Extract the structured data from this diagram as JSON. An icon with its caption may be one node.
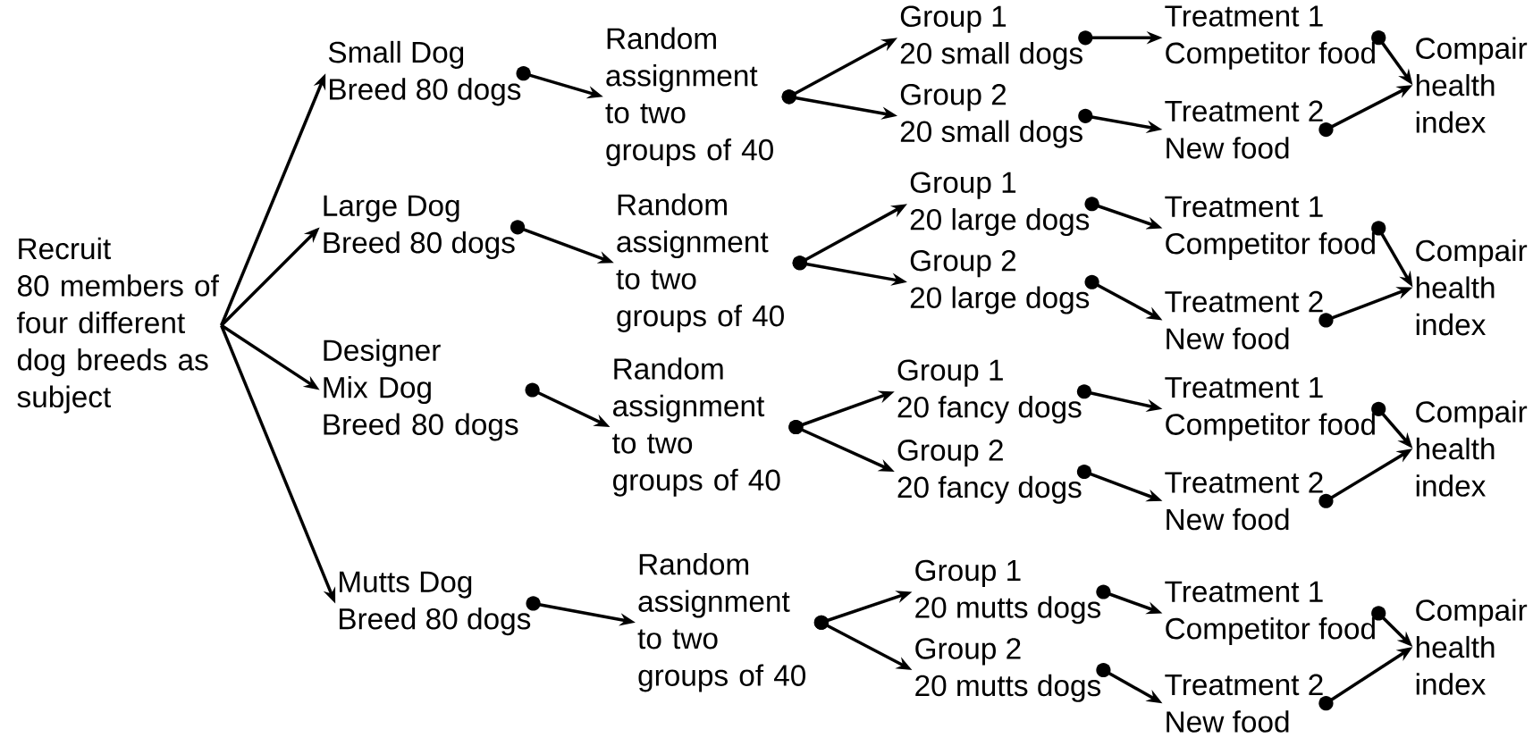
{
  "diagram": {
    "nodes": [
      {
        "text": [
          "Recruit",
          "80 members of four different dog breeds as subject"
        ]
      },
      {
        "text": [
          "Small Dog",
          "Breed 80 dogs"
        ]
      },
      {
        "text": [
          "Random assignment to two groups of 40"
        ]
      },
      {
        "text": [
          "Group 1",
          "20 small dogs"
        ]
      },
      {
        "text": [
          "Group 2",
          "20 small dogs"
        ]
      },
      {
        "text": [
          "Treatment 1",
          "Competitor food"
        ]
      },
      {
        "text": [
          "Treatment 2",
          "New food"
        ]
      },
      {
        "text": [
          "Compair health index"
        ]
      },
      {
        "text": [
          "Large Dog",
          "Breed 80 dogs"
        ]
      },
      {
        "text": [
          "Random assignment to two groups of 40"
        ]
      },
      {
        "text": [
          "Group 1",
          "20 large dogs"
        ]
      },
      {
        "text": [
          "Group 2",
          "20 large dogs"
        ]
      },
      {
        "text": [
          "Treatment 1",
          "Competitor food"
        ]
      },
      {
        "text": [
          "Treatment 2",
          "New food"
        ]
      },
      {
        "text": [
          "Compair health index"
        ]
      },
      {
        "text": [
          "Designer Mix Dog",
          "Breed 80 dogs"
        ]
      },
      {
        "text": [
          "Random assignment to two groups of 40"
        ]
      },
      {
        "text": [
          "Group 1",
          "20 fancy dogs"
        ]
      },
      {
        "text": [
          "Group 2",
          "20 fancy dogs"
        ]
      },
      {
        "text": [
          "Treatment 1",
          "Competitor food"
        ]
      },
      {
        "text": [
          "Treatment 2",
          "New food"
        ]
      },
      {
        "text": [
          "Compair health index"
        ]
      },
      {
        "text": [
          "Mutts Dog",
          "Breed 80 dogs"
        ]
      },
      {
        "text": [
          "Random assignment to two groups of 40"
        ]
      },
      {
        "text": [
          "Group 1",
          "20 mutts dogs"
        ]
      },
      {
        "text": [
          "Group 2",
          "20 mutts dogs"
        ]
      },
      {
        "text": [
          "Treatment 1",
          "Competitor food"
        ]
      },
      {
        "text": [
          "Treatment 2",
          "New food"
        ]
      },
      {
        "text": [
          "Compair health index"
        ]
      }
    ],
    "edges": [
      {
        "from": 0,
        "to": 1,
        "arrow": "to"
      },
      {
        "from": 0,
        "to": 8,
        "arrow": "to"
      },
      {
        "from": 0,
        "to": 15,
        "arrow": "to"
      },
      {
        "from": 0,
        "to": 22,
        "arrow": "to"
      },
      {
        "from": 1,
        "to": 2,
        "arrow": "to"
      },
      {
        "from": 2,
        "to": 3,
        "arrow": "to"
      },
      {
        "from": 2,
        "to": 4,
        "arrow": "to"
      },
      {
        "from": 3,
        "to": 5,
        "arrow": "to"
      },
      {
        "from": 4,
        "to": 6,
        "arrow": "to"
      },
      {
        "from": 5,
        "to": 7,
        "arrow": "to"
      },
      {
        "from": 6,
        "to": 7,
        "arrow": "to"
      },
      {
        "from": 8,
        "to": 9,
        "arrow": "to"
      },
      {
        "from": 9,
        "to": 10,
        "arrow": "to"
      },
      {
        "from": 9,
        "to": 11,
        "arrow": "to"
      },
      {
        "from": 10,
        "to": 12,
        "arrow": "to"
      },
      {
        "from": 11,
        "to": 13,
        "arrow": "to"
      },
      {
        "from": 12,
        "to": 14,
        "arrow": "to"
      },
      {
        "from": 13,
        "to": 14,
        "arrow": "to"
      },
      {
        "from": 15,
        "to": 16,
        "arrow": "to"
      },
      {
        "from": 16,
        "to": 17,
        "arrow": "to"
      },
      {
        "from": 16,
        "to": 18,
        "arrow": "to"
      },
      {
        "from": 17,
        "to": 19,
        "arrow": "to"
      },
      {
        "from": 18,
        "to": 20,
        "arrow": "to"
      },
      {
        "from": 19,
        "to": 21,
        "arrow": "to"
      },
      {
        "from": 20,
        "to": 21,
        "arrow": "to"
      },
      {
        "from": 22,
        "to": 23,
        "arrow": "to"
      },
      {
        "from": 23,
        "to": 24,
        "arrow": "to"
      },
      {
        "from": 23,
        "to": 25,
        "arrow": "to"
      },
      {
        "from": 24,
        "to": 26,
        "arrow": "to"
      },
      {
        "from": 25,
        "to": 27,
        "arrow": "to"
      },
      {
        "from": 26,
        "to": 28,
        "arrow": "to"
      },
      {
        "from": 27,
        "to": 28,
        "arrow": "to"
      }
    ]
  }
}
